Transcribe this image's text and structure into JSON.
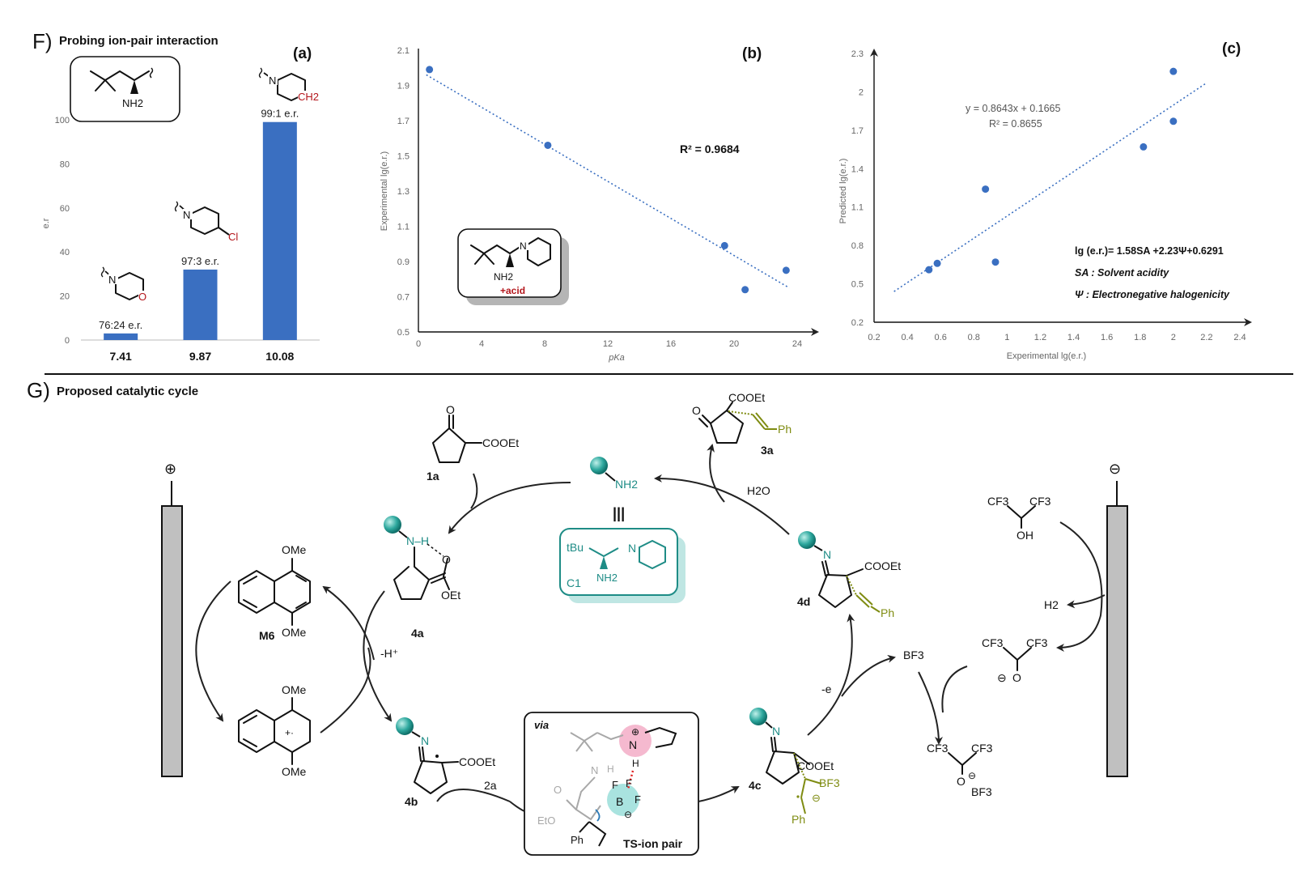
{
  "panelF": {
    "letter": "F)",
    "title": "Probing ion-pair interaction"
  },
  "panelG": {
    "letter": "G)",
    "title": "Proposed catalytic cycle"
  },
  "chart_data": [
    {
      "type": "bar",
      "panel_label": "(a)",
      "categories": [
        "7.41",
        "9.87",
        "10.08"
      ],
      "values": [
        3,
        32,
        99
      ],
      "ylabel": "e.r",
      "ylim": [
        0,
        100
      ],
      "yticks": [
        0,
        20,
        40,
        60,
        80,
        100
      ],
      "bar_labels": [
        "76:24 e.r.",
        "97:3 e.r.",
        "99:1 e.r."
      ],
      "color": "#3a6fc1",
      "grid": false,
      "structure_labels": {
        "amine_nh2": "NH2",
        "atom_n": "N",
        "atom_o": "O",
        "atom_cl": "Cl",
        "atom_ch2": "CH2"
      }
    },
    {
      "type": "scatter",
      "panel_label": "(b)",
      "x": [
        0.7,
        8.2,
        19.4,
        20.7,
        23.3
      ],
      "y": [
        1.99,
        1.56,
        0.99,
        0.74,
        0.85
      ],
      "trendline": {
        "x": [
          0.5,
          23.5
        ],
        "y": [
          1.96,
          0.75
        ]
      },
      "annotation": "R² = 0.9684",
      "xlabel": "pKa",
      "ylabel": "Experimental lg(e.r.)",
      "xlim": [
        0,
        24
      ],
      "ylim": [
        0.5,
        2.1
      ],
      "xticks": [
        0,
        4,
        8,
        12,
        16,
        20,
        24
      ],
      "yticks": [
        0.5,
        0.7,
        0.9,
        1.1,
        1.3,
        1.5,
        1.7,
        1.9,
        2.1
      ],
      "inset": {
        "nh2": "NH2",
        "n": "N",
        "acid": "+acid"
      },
      "color": "#3a6fc1",
      "grid": false
    },
    {
      "type": "scatter",
      "panel_label": "(c)",
      "x": [
        0.53,
        0.58,
        0.87,
        0.93,
        1.82,
        2.0,
        2.0
      ],
      "y": [
        0.61,
        0.66,
        1.24,
        0.67,
        1.57,
        2.16,
        1.77
      ],
      "trendline": {
        "x": [
          0.32,
          2.2
        ],
        "y": [
          0.44,
          2.07
        ]
      },
      "equation": "y = 0.8643x + 0.1665",
      "r_squared": "R² = 0.8655",
      "notes": [
        "lg (e.r.)= 1.58SA +2.23Ψ+0.6291",
        "SA : Solvent acidity",
        "Ψ : Electronegative halogenicity"
      ],
      "xlabel": "Experimental lg(e.r.)",
      "ylabel": "Predicted lg(e.r.)",
      "xlim": [
        0.2,
        2.4
      ],
      "ylim": [
        0.2,
        2.3
      ],
      "xticks": [
        "0.2",
        "0.4",
        "0.6",
        "0.8",
        "1",
        "1.2",
        "1.4",
        "1.6",
        "1.8",
        "2",
        "2.2",
        "2.4"
      ],
      "yticks": [
        "0.2",
        "0.5",
        "0.8",
        "1.1",
        "1.4",
        "1.7",
        "2",
        "2.3"
      ],
      "color": "#3a6fc1",
      "grid": false
    }
  ],
  "cycle": {
    "anode": "⊕",
    "cathode": "⊖",
    "s1a": {
      "id": "1a",
      "o": "O",
      "cooet": "COOEt"
    },
    "s3a": {
      "id": "3a",
      "o": "O",
      "cooet": "COOEt",
      "ph": "Ph"
    },
    "catalyst": {
      "nh2": "NH2",
      "equiv": "|||",
      "tbu": "tBu",
      "nh2b": "NH2",
      "n": "N",
      "id": "C1"
    },
    "water": "H2O",
    "s4a": {
      "id": "4a",
      "nh": "N–H",
      "o": "O",
      "oet": "OEt"
    },
    "s4d": {
      "id": "4d",
      "n": "N",
      "cooet": "COOEt",
      "ph": "Ph"
    },
    "m6": {
      "id": "M6",
      "ome_top": "OMe",
      "ome_bot": "OMe"
    },
    "m6ox": {
      "ome_top": "OMe",
      "ome_bot": "OMe",
      "plus": "+·"
    },
    "minus_h": "-H⁺",
    "s4b": {
      "id": "4b",
      "n": "N",
      "cooet": "COOEt"
    },
    "arrow_2a": "2a",
    "ts": {
      "via": "via",
      "name": "TS-ion pair",
      "n": "N",
      "h": "H",
      "plus": "⊕",
      "b": "B",
      "f1": "F",
      "f2": "F",
      "f3": "F",
      "minus": "⊖",
      "eto": "EtO",
      "o": "O",
      "ph": "Ph",
      "nleft": "N",
      "hleft": "H"
    },
    "s4c": {
      "id": "4c",
      "n": "N",
      "cooet": "COOEt",
      "bf3": "BF3",
      "minus": "⊖",
      "ph": "Ph"
    },
    "minus_e": "-e",
    "bf3": "BF3",
    "hfip": {
      "cf3a": "CF3",
      "cf3b": "CF3",
      "oh": "OH"
    },
    "h2": "H2",
    "alkoxide": {
      "cf3a": "CF3",
      "cf3b": "CF3",
      "o": "O",
      "minus": "⊖"
    },
    "adduct": {
      "cf3a": "CF3",
      "cf3b": "CF3",
      "o": "O",
      "minus": "⊖",
      "bf3": "BF3"
    }
  }
}
